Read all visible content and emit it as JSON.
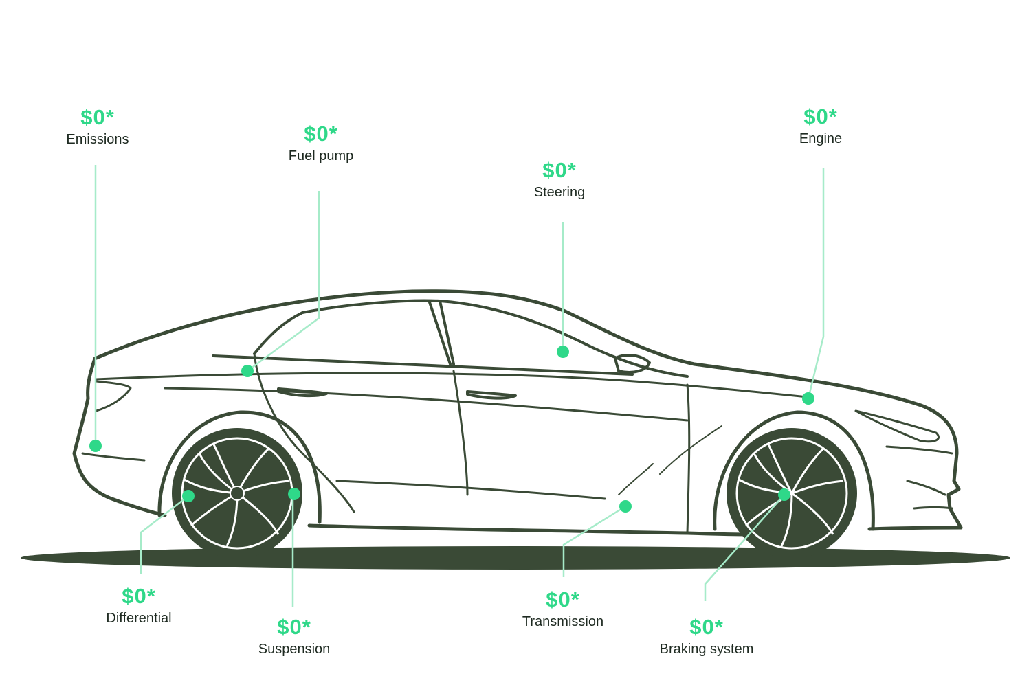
{
  "colors": {
    "car_outline": "#3a4a36",
    "accent": "#2fd889",
    "leader_line": "#a6ebc9",
    "text": "#1e2a21"
  },
  "callouts": {
    "emissions": {
      "price": "$0*",
      "label": "Emissions"
    },
    "fuel_pump": {
      "price": "$0*",
      "label": "Fuel pump"
    },
    "steering": {
      "price": "$0*",
      "label": "Steering"
    },
    "engine": {
      "price": "$0*",
      "label": "Engine"
    },
    "differential": {
      "price": "$0*",
      "label": "Differential"
    },
    "suspension": {
      "price": "$0*",
      "label": "Suspension"
    },
    "transmission": {
      "price": "$0*",
      "label": "Transmission"
    },
    "braking": {
      "price": "$0*",
      "label": "Braking system"
    }
  }
}
